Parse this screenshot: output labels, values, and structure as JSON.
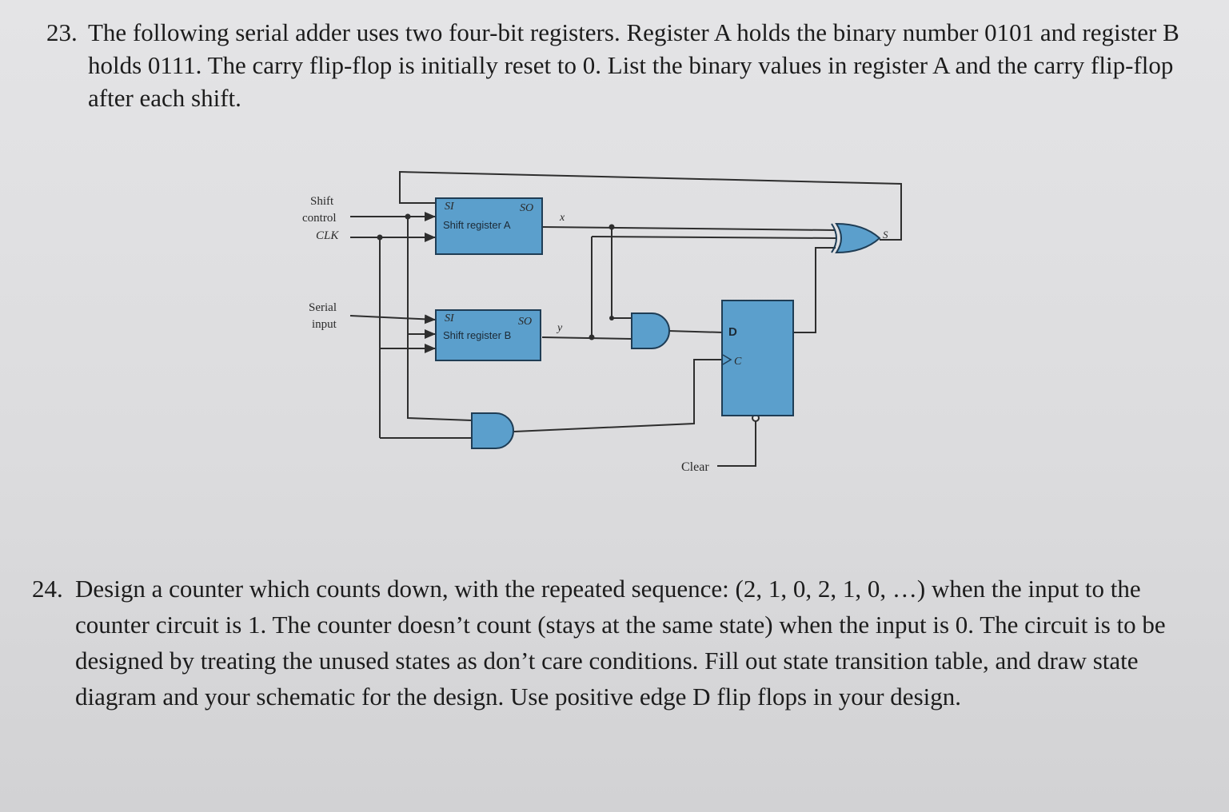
{
  "problem_23": {
    "number": "23.",
    "text": "The following serial adder uses two four-bit registers. Register A holds the binary number 0101 and register B holds 0111. The carry flip-flop is initially reset to 0. List the binary values in register A and the carry flip-flop after each shift."
  },
  "circuit": {
    "shift_control_label_1": "Shift",
    "shift_control_label_2": "control",
    "clk_label": "CLK",
    "serial_input_label_1": "Serial",
    "serial_input_label_2": "input",
    "register_a": {
      "si": "SI",
      "so": "SO",
      "name": "Shift register A"
    },
    "register_b": {
      "si": "SI",
      "so": "SO",
      "name": "Shift register B"
    },
    "x_label": "x",
    "y_label": "y",
    "s_label": "S",
    "flip_flop": {
      "d": "D",
      "c": "C"
    },
    "clear_label": "Clear",
    "colors": {
      "block_fill": "#5b9fcc",
      "wire": "#2e2e2e"
    }
  },
  "problem_24": {
    "number": "24.",
    "text": "Design a counter which counts down, with the repeated sequence: (2, 1, 0, 2, 1, 0, …) when the input to the counter circuit is 1. The counter doesn’t count (stays at the same state) when the input is 0. The circuit is to be designed by treating the unused states as don’t care conditions. Fill out state transition table, and draw state diagram and your schematic for the design. Use positive edge D flip flops in your design."
  }
}
